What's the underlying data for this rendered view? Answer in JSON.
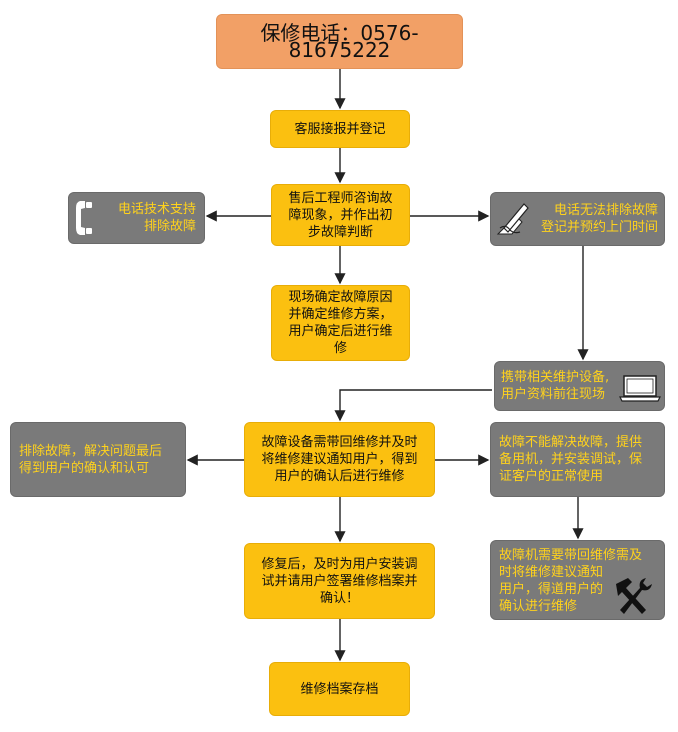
{
  "hotline": "保修电话：0576-81675222",
  "steps": {
    "register": "客服接报并登记",
    "consult": "售后工程师咨询故\n障现象，并作出初\n步故障判断",
    "phone_support": "电话技术支持\n排除故障",
    "schedule": "电话无法排除故障\n登记并预约上门时间",
    "onsite_plan": "现场确定故障原因\n并确定维修方案，\n用户确定后进行维\n修",
    "bring_equipment": "携带相关维护设备,\n用户资料前往现场",
    "return_repair": "故障设备需带回维修并及时\n将维修建议通知用户，得到\n用户的确认后进行维修",
    "resolved": "排除故障，解决问题最后\n得到用户的确认和认可",
    "backup": "故障不能解决故障，提供\n备用机，并安装调试，保\n证客户的正常使用",
    "return_notice": "故障机需要带回维修需及\n时将维修建议通知\n用户，得道用户的\n确认进行维修",
    "after_repair": "修复后，及时为用户安装调\n试并请用户签署维修档案并\n确认！",
    "archive": "维修档案存档"
  },
  "colors": {
    "hotline_fill": "#f2a066",
    "step_fill": "#fbc010",
    "side_fill": "#7a7a7a",
    "side_text": "#ffd21c",
    "arrow": "#222222"
  },
  "icons": [
    "phone-icon",
    "writing-hand-icon",
    "laptop-icon",
    "tools-icon"
  ]
}
